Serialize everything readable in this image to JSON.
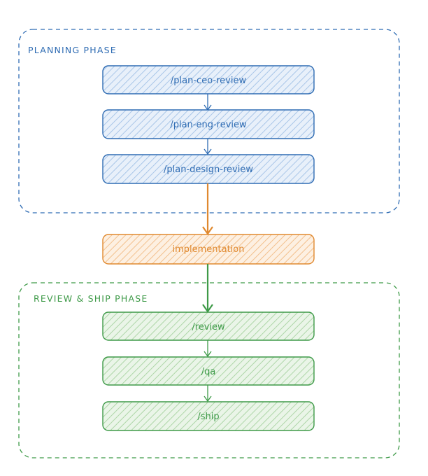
{
  "colors": {
    "blue": "#2f6cb3",
    "blue_fill": "#cfe0f3",
    "orange": "#e0892f",
    "orange_fill": "#f9dcbf",
    "green": "#3e9a48",
    "green_fill": "#cfe8cc"
  },
  "planning": {
    "label": "PLANNING PHASE",
    "steps": [
      "/plan-ceo-review",
      "/plan-eng-review",
      "/plan-design-review"
    ]
  },
  "implementation": {
    "label": "implementation"
  },
  "review_ship": {
    "label": "REVIEW & SHIP PHASE",
    "steps": [
      "/review",
      "/qa",
      "/ship"
    ]
  }
}
